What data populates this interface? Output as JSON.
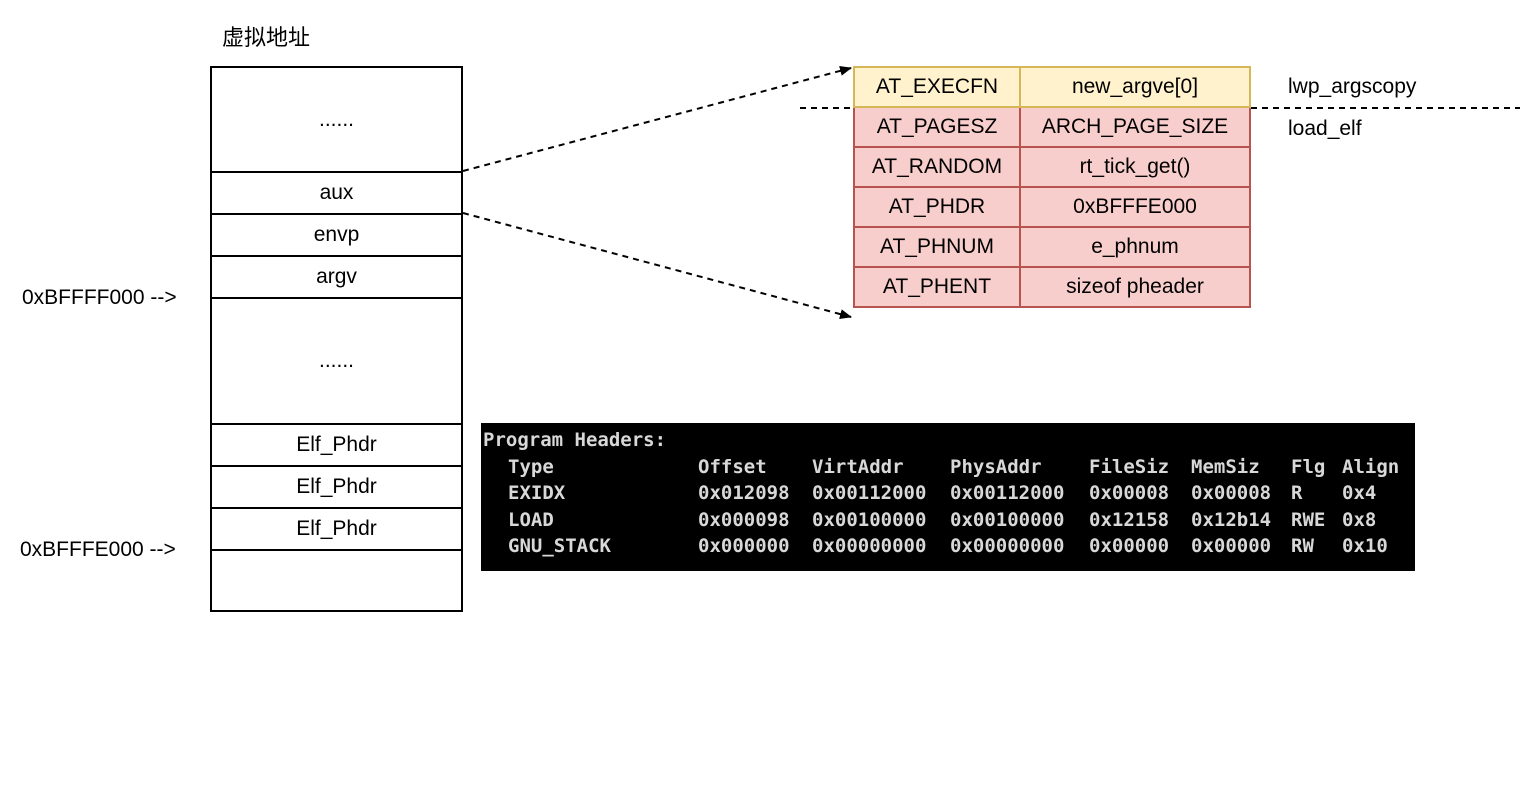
{
  "title": "虚拟地址",
  "stack": {
    "cells": [
      {
        "label": "......"
      },
      {
        "label": "aux"
      },
      {
        "label": "envp"
      },
      {
        "label": "argv"
      },
      {
        "label": "......"
      },
      {
        "label": "Elf_Phdr"
      },
      {
        "label": "Elf_Phdr"
      },
      {
        "label": "Elf_Phdr"
      },
      {
        "label": ""
      }
    ]
  },
  "addresses": {
    "upper": "0xBFFFF000 -->",
    "lower": "0xBFFFE000 -->"
  },
  "aux_table": {
    "rows": [
      {
        "key": "AT_EXECFN",
        "value": "new_argve[0]"
      },
      {
        "key": "AT_PAGESZ",
        "value": "ARCH_PAGE_SIZE"
      },
      {
        "key": "AT_RANDOM",
        "value": "rt_tick_get()"
      },
      {
        "key": "AT_PHDR",
        "value": "0xBFFFE000"
      },
      {
        "key": "AT_PHNUM",
        "value": "e_phnum"
      },
      {
        "key": "AT_PHENT",
        "value": "sizeof pheader"
      }
    ],
    "labels": {
      "above_line": "lwp_argscopy",
      "below_line": "load_elf"
    }
  },
  "program_headers": {
    "heading": "Program Headers:",
    "columns": [
      "Type",
      "Offset",
      "VirtAddr",
      "PhysAddr",
      "FileSiz",
      "MemSiz",
      "Flg",
      "Align"
    ],
    "rows": [
      [
        "EXIDX",
        "0x012098",
        "0x00112000",
        "0x00112000",
        "0x00008",
        "0x00008",
        "R",
        "0x4"
      ],
      [
        "LOAD",
        "0x000098",
        "0x00100000",
        "0x00100000",
        "0x12158",
        "0x12b14",
        "RWE",
        "0x8"
      ],
      [
        "GNU_STACK",
        "0x000000",
        "0x00000000",
        "0x00000000",
        "0x00000",
        "0x00000",
        "RW",
        "0x10"
      ]
    ]
  },
  "colors": {
    "aux_header_fill": "#fff2cc",
    "aux_header_stroke": "#d6b656",
    "aux_fill": "#f8cecc",
    "aux_stroke": "#b85450",
    "terminal_bg": "#000000",
    "terminal_fg": "#d8d8d8"
  }
}
